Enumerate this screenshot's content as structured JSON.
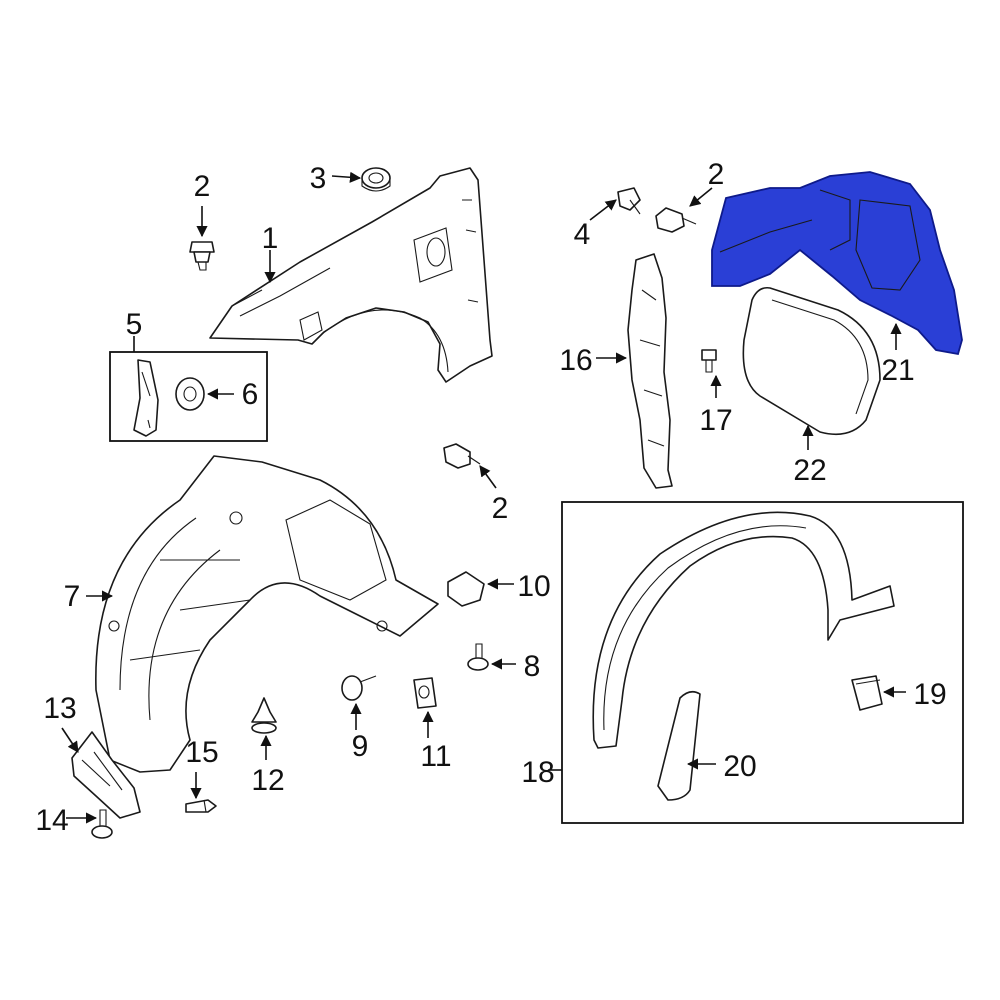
{
  "diagram": {
    "highlight_color": "#2a3fd6",
    "highlight_outline": "#0e1a8a",
    "line_color": "#1a1a1a",
    "callouts": [
      {
        "id": "c1",
        "label": "1"
      },
      {
        "id": "c2a",
        "label": "2"
      },
      {
        "id": "c2b",
        "label": "2"
      },
      {
        "id": "c2c",
        "label": "2"
      },
      {
        "id": "c3",
        "label": "3"
      },
      {
        "id": "c4",
        "label": "4"
      },
      {
        "id": "c5",
        "label": "5"
      },
      {
        "id": "c6",
        "label": "6"
      },
      {
        "id": "c7",
        "label": "7"
      },
      {
        "id": "c8",
        "label": "8"
      },
      {
        "id": "c9",
        "label": "9"
      },
      {
        "id": "c10",
        "label": "10"
      },
      {
        "id": "c11",
        "label": "11"
      },
      {
        "id": "c12",
        "label": "12"
      },
      {
        "id": "c13",
        "label": "13"
      },
      {
        "id": "c14",
        "label": "14"
      },
      {
        "id": "c15",
        "label": "15"
      },
      {
        "id": "c16",
        "label": "16"
      },
      {
        "id": "c17",
        "label": "17"
      },
      {
        "id": "c18",
        "label": "18"
      },
      {
        "id": "c19",
        "label": "19"
      },
      {
        "id": "c20",
        "label": "20"
      },
      {
        "id": "c21",
        "label": "21"
      },
      {
        "id": "c22",
        "label": "22"
      }
    ]
  }
}
